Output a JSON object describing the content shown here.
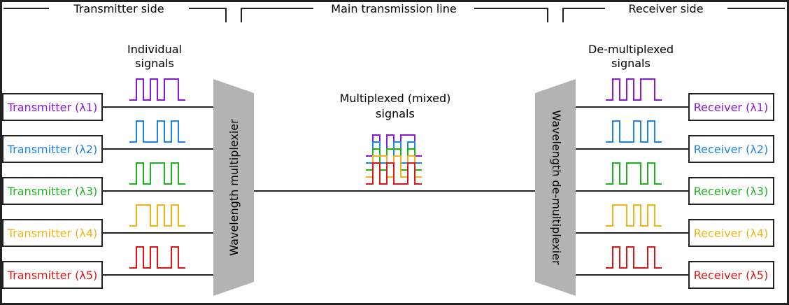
{
  "headers": {
    "transmitter_side": "Transmitter side",
    "main_line": "Main transmission line",
    "receiver_side": "Receiver side"
  },
  "labels": {
    "individual": [
      "Individual",
      "signals"
    ],
    "multiplexed": [
      "Multiplexed (mixed)",
      "signals"
    ],
    "demultiplexed": [
      "De-multiplexed",
      "signals"
    ],
    "multiplexer": "Wavelength multiplexier",
    "demultiplexer": "Wavelength de-multiplexier"
  },
  "channels": [
    {
      "tx": "Transmitter (λ1)",
      "rx": "Receiver (λ1)",
      "color": "#8a17d9",
      "bits": [
        0,
        1,
        0,
        1,
        0,
        1,
        1,
        0
      ]
    },
    {
      "tx": "Transmitter (λ2)",
      "rx": "Receiver (λ2)",
      "color": "#1a85e6",
      "bits": [
        0,
        1,
        0,
        0,
        1,
        0,
        1,
        0
      ]
    },
    {
      "tx": "Transmitter (λ3)",
      "rx": "Receiver (λ3)",
      "color": "#1db31d",
      "bits": [
        0,
        1,
        0,
        1,
        1,
        0,
        1,
        0
      ]
    },
    {
      "tx": "Transmitter (λ4)",
      "rx": "Receiver (λ4)",
      "color": "#f0b419",
      "bits": [
        0,
        1,
        1,
        0,
        1,
        0,
        1,
        0
      ]
    },
    {
      "tx": "Transmitter (λ5)",
      "rx": "Receiver (λ5)",
      "color": "#e01414",
      "bits": [
        0,
        1,
        0,
        1,
        0,
        0,
        1,
        0
      ]
    }
  ],
  "colors": {
    "frame": "#222222",
    "mux": "#b3b3b3"
  }
}
